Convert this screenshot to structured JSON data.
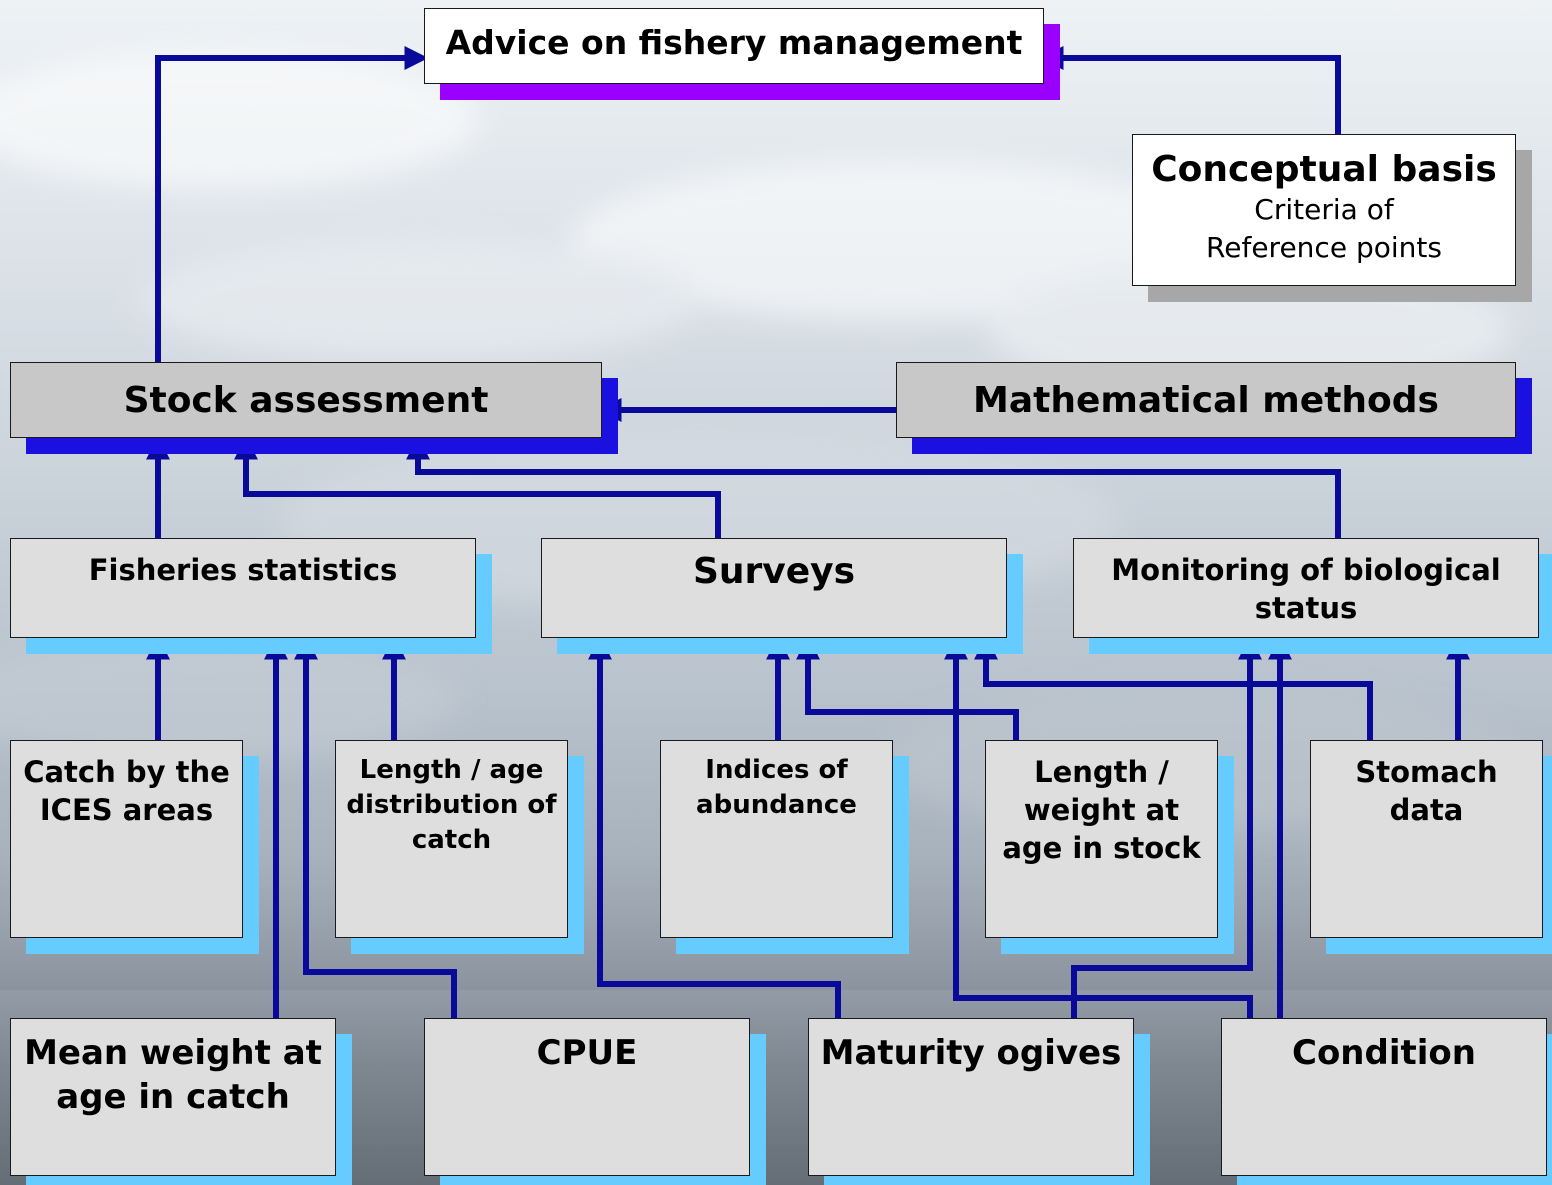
{
  "colors": {
    "connector": "#0a0a9a",
    "shadow_purple": "#9900ff",
    "shadow_blue": "#1a10e0",
    "shadow_sky": "#66ccff",
    "shadow_gray": "#a7a7a7"
  },
  "nodes": {
    "advice": "Advice on fishery management",
    "conceptual_title": "Conceptual basis",
    "conceptual_line1": "Criteria of",
    "conceptual_line2": "Reference points",
    "stock": "Stock assessment",
    "math": "Mathematical methods",
    "fisheries": "Fisheries statistics",
    "surveys": "Surveys",
    "monitoring": "Monitoring of biological status",
    "catch": "Catch by the ICES areas",
    "lengthage": "Length / age distribution of catch",
    "indices": "Indices of abundance",
    "lengthweight": "Length / weight at age in stock",
    "stomach": "Stomach data",
    "meanweight": "Mean weight at age in catch",
    "cpue": "CPUE",
    "maturity": "Maturity ogives",
    "condition": "Condition"
  },
  "edges": [
    {
      "from": "Stock assessment",
      "to": "Advice on fishery management"
    },
    {
      "from": "Conceptual basis",
      "to": "Advice on fishery management"
    },
    {
      "from": "Mathematical methods",
      "to": "Stock assessment"
    },
    {
      "from": "Fisheries statistics",
      "to": "Stock assessment"
    },
    {
      "from": "Surveys",
      "to": "Stock assessment"
    },
    {
      "from": "Monitoring of biological status",
      "to": "Stock assessment"
    },
    {
      "from": "Catch by the ICES areas",
      "to": "Fisheries statistics"
    },
    {
      "from": "Length / age distribution of catch",
      "to": "Fisheries statistics"
    },
    {
      "from": "Mean weight at age in catch",
      "to": "Fisheries statistics"
    },
    {
      "from": "CPUE",
      "to": "Fisheries statistics"
    },
    {
      "from": "Indices of abundance",
      "to": "Surveys"
    },
    {
      "from": "Length / weight at age in stock",
      "to": "Surveys"
    },
    {
      "from": "Stomach data",
      "to": "Surveys"
    },
    {
      "from": "Maturity ogives",
      "to": "Surveys"
    },
    {
      "from": "Stomach data",
      "to": "Monitoring of biological status"
    },
    {
      "from": "Maturity ogives",
      "to": "Monitoring of biological status"
    },
    {
      "from": "Condition",
      "to": "Monitoring of biological status"
    }
  ]
}
